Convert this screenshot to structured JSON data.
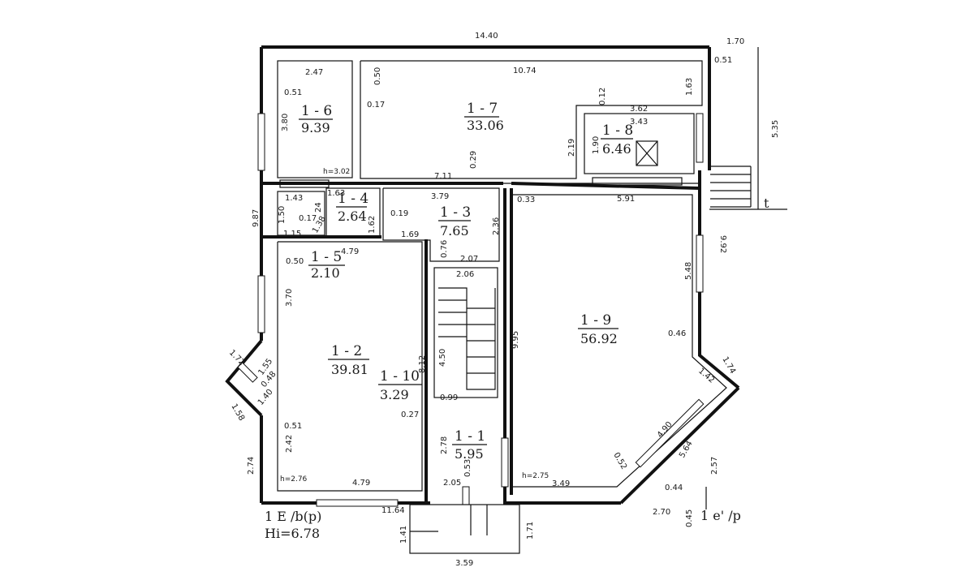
{
  "rooms": [
    {
      "id": "1 - 1",
      "area": "5.95"
    },
    {
      "id": "1 - 2",
      "area": "39.81"
    },
    {
      "id": "1 - 3",
      "area": "7.65"
    },
    {
      "id": "1 - 4",
      "area": "2.64"
    },
    {
      "id": "1 - 5",
      "area": "2.10"
    },
    {
      "id": "1 - 6",
      "area": "9.39"
    },
    {
      "id": "1 - 7",
      "area": "33.06"
    },
    {
      "id": "1 - 8",
      "area": "6.46"
    },
    {
      "id": "1 - 9",
      "area": "56.92"
    },
    {
      "id": "1 - 10",
      "area": "3.29"
    }
  ],
  "dims": {
    "top_total": "14.40",
    "top_right": "1.70",
    "r7_width": "10.74",
    "r6_width": "2.47",
    "d_051a": "0.51",
    "d_050": "0.50",
    "r6_height": "3.80",
    "d_017a": "0.17",
    "d_163a": "1.63",
    "d_012": "0.12",
    "d_362": "3.62",
    "d_343": "3.43",
    "r8_height": "1.90",
    "d_219": "2.19",
    "d_029": "0.29",
    "d_711": "7.11",
    "d_379": "3.79",
    "d_033": "0.33",
    "d_591": "5.91",
    "d_051b": "0.51",
    "right_height": "5.35",
    "left_height": "9.87",
    "d_143": "1.43",
    "d_163b": "1.63",
    "d_150": "1.50",
    "d_017b": "0.17",
    "d_024": "24",
    "d_138": "1.38",
    "d_115": "1.15",
    "d_162": "1.62",
    "d_019": "0.19",
    "d_236": "2.36",
    "d_992": "9.92",
    "d_169": "1.69",
    "d_479a": "4.79",
    "d_050b": "0.50",
    "d_076": "0.76",
    "d_207": "2.07",
    "d_206": "2.06",
    "d_548": "5.48",
    "d_370": "3.70",
    "d_995": "9.95",
    "d_046": "0.46",
    "d_172": "1.72",
    "d_155": "1.55",
    "d_048": "0.48",
    "d_140": "1.40",
    "d_158": "1.58",
    "d_812": "8.12",
    "d_450": "4.50",
    "d_174": "1.74",
    "d_142": "1.42",
    "d_099": "0.99",
    "d_490": "4.90",
    "d_027": "0.27",
    "d_051c": "0.51",
    "d_564": "5.64",
    "d_242": "2.42",
    "d_278": "2.78",
    "d_053": "0.53",
    "d_052": "0.52",
    "d_257": "2.57",
    "d_274": "2.74",
    "d_479b": "4.79",
    "d_205": "2.05",
    "d_349": "3.49",
    "d_044": "0.44",
    "d_1164": "11.64",
    "d_270": "2.70",
    "d_045": "0.45",
    "d_141": "1.41",
    "d_171": "1.71",
    "d_359": "3.59"
  },
  "notes": {
    "h_302": "h=3.02",
    "h_276": "h=2.76",
    "h_275": "h=2.75",
    "floor_label": "1 E /b(p)",
    "hi_label": "Hi=6.78",
    "corner_label": "1 e' /p",
    "t_label": "t"
  }
}
